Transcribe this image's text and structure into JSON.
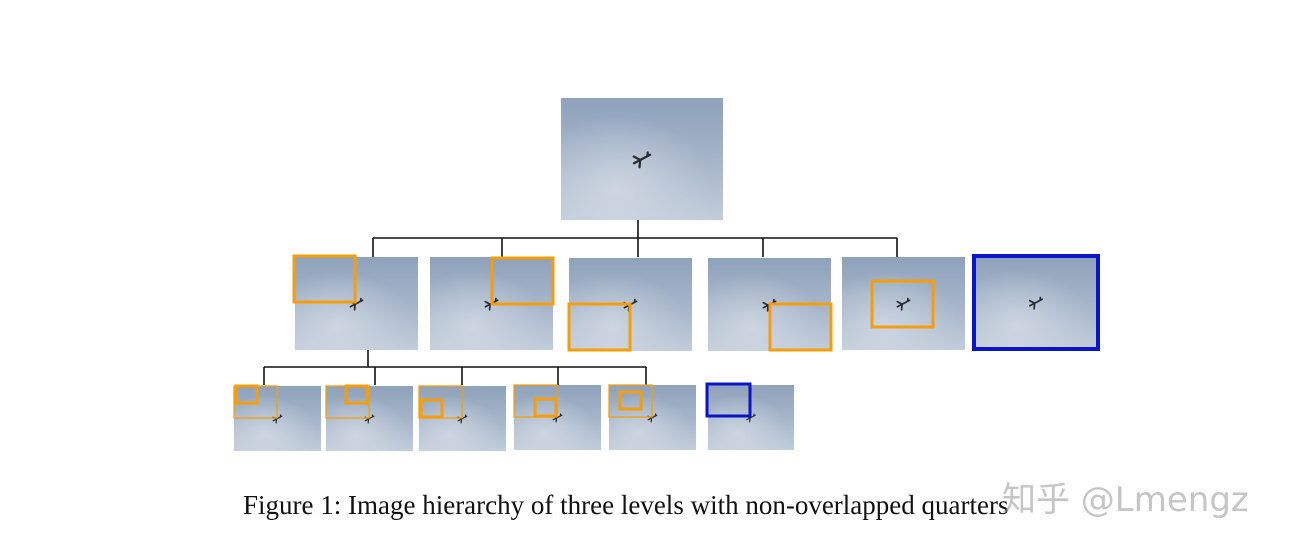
{
  "figure": {
    "caption": "Figure 1: Image hierarchy of three levels with non-overlapped quarters",
    "levels": [
      {
        "level": 1,
        "image_count": 1
      },
      {
        "level": 2,
        "image_count": 6,
        "highlight": [
          "top-left quarter",
          "top-right quarter",
          "bottom-left quarter",
          "bottom-right quarter",
          "center",
          "full image"
        ]
      },
      {
        "level": 3,
        "image_count": 6,
        "highlight": [
          "top-left quarter",
          "top-right quarter",
          "bottom-left quarter",
          "bottom-right quarter",
          "center",
          "full image"
        ]
      }
    ],
    "colors": {
      "quarter_box": "#f59e0b",
      "full_box": "#0a14c8",
      "connector": "#111111",
      "sky_top": "#8fa2bb",
      "sky_bottom": "#b9c5d4",
      "plane": "#2a2a30"
    },
    "icons": {
      "plane": "airplane-silhouette-icon"
    }
  },
  "watermark": {
    "text": "知乎 @Lmengz"
  }
}
